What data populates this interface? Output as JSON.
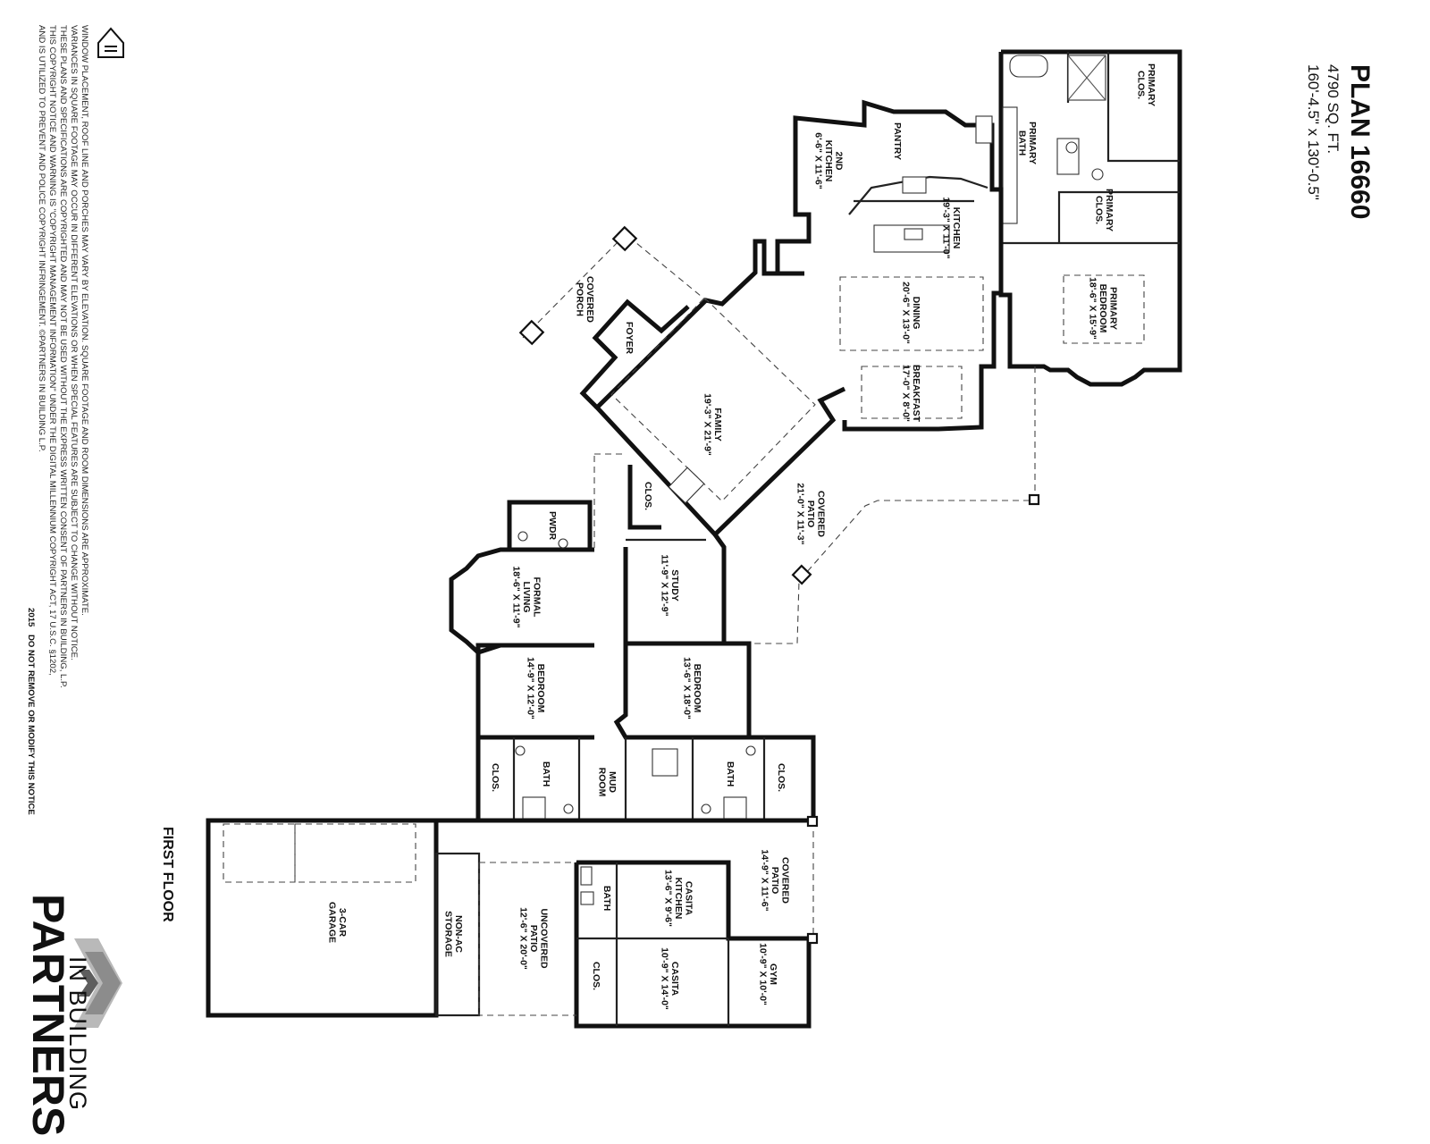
{
  "plan": {
    "title": "PLAN 16660",
    "sqft": "4790 SQ. FT.",
    "dimensions": "160'-4.5\" x 130'-0.5\""
  },
  "floor_label": "FIRST FLOOR",
  "rooms": {
    "primary_clos_top": [
      "PRIMARY",
      "CLOS."
    ],
    "primary_bath": [
      "PRIMARY",
      "BATH"
    ],
    "primary_clos": [
      "PRIMARY",
      "CLOS."
    ],
    "primary_bedroom": [
      "PRIMARY",
      "BEDROOM",
      "18'-6\" X 15'-9\""
    ],
    "pantry": [
      "PANTRY"
    ],
    "kitchen2": [
      "2ND",
      "KITCHEN",
      "6'-6\" X 11'-6\""
    ],
    "kitchen": [
      "KITCHEN",
      "19'-3\" X 11'-0\""
    ],
    "dining": [
      "DINING",
      "20'-6\" X 13'-0\""
    ],
    "breakfast": [
      "BREAKFAST",
      "17'-0\" X 8'-0\""
    ],
    "covered_porch": [
      "COVERED",
      "PORCH"
    ],
    "foyer": [
      "FOYER"
    ],
    "family": [
      "FAMILY",
      "19'-3\" X 21'-9\""
    ],
    "covered_patio_main": [
      "COVERED",
      "PATIO",
      "21'-0\" X 11'-3\""
    ],
    "clos_family": [
      "CLOS."
    ],
    "pwdr": [
      "PWDR"
    ],
    "formal_living": [
      "FORMAL",
      "LIVING",
      "18'-6\" X 11'-9\""
    ],
    "study": [
      "STUDY",
      "11'-9\" X 12'-9\""
    ],
    "bedroom_left": [
      "BEDROOM",
      "14'-9\" X 12'-0\""
    ],
    "bedroom_right": [
      "BEDROOM",
      "13'-6\" X 18'-0\""
    ],
    "clos_left": [
      "CLOS."
    ],
    "bath_left": [
      "BATH"
    ],
    "mud_room": [
      "MUD",
      "ROOM"
    ],
    "bath_right": [
      "BATH"
    ],
    "clos_right": [
      "CLOS."
    ],
    "garage": [
      "3-CAR",
      "GARAGE"
    ],
    "storage": [
      "NON-AC",
      "STORAGE"
    ],
    "uncovered_patio": [
      "UNCOVERED",
      "PATIO",
      "12'-6\" X 20'-0\""
    ],
    "bath_casita": [
      "BATH"
    ],
    "casita_kitchen": [
      "CASITA",
      "KITCHEN",
      "13'-6\" X 9'-6\""
    ],
    "covered_patio_casita": [
      "COVERED",
      "PATIO",
      "14'-9\" X 11'-6\""
    ],
    "clos_casita": [
      "CLOS."
    ],
    "casita": [
      "CASITA",
      "10'-9\" X 14'-0\""
    ],
    "gym": [
      "GYM",
      "10'-9\" X 10'-0\""
    ]
  },
  "disclaimer": [
    "WINDOW PLACEMENT, ROOF LINE AND PORCHES MAY VARY BY ELEVATION. SQUARE FOOTAGE AND ROOM DIMENSIONS ARE APPROXIMATE.",
    "VARIANCES IN SQUARE FOOTAGE MAY OCCUR IN DIFFERENT ELEVATIONS OR WHEN SPECIAL FEATURES ARE SUBJECT TO CHANGE WITHOUT NOTICE.",
    "THESE PLANS AND SPECIFICATIONS ARE COPYRIGHTED AND MAY NOT BE USED WITHOUT THE EXPRESS WRITTEN CONSENT OF PARTNERS IN BUILDING, L.P.",
    "THIS COPYRIGHT NOTICE AND WARNING IS \"COPYRIGHT MANAGEMENT INFORMATION\" UNDER THE DIGITAL MILLENNIUM COPYRIGHT ACT, 17 U.S.C. §1202,",
    "AND IS UTILIZED TO PREVENT AND POLICE COPYRIGHT INFRINGEMENT. ©PARTNERS IN BUILDING L.P."
  ],
  "copyright_year": "2015",
  "do_not_remove": "DO NOT REMOVE OR MODIFY THIS NOTICE",
  "brand": {
    "name": "PARTNERS",
    "tagline": "IN BUILDING",
    "housing_logo": "equal-housing-opportunity-logo"
  }
}
